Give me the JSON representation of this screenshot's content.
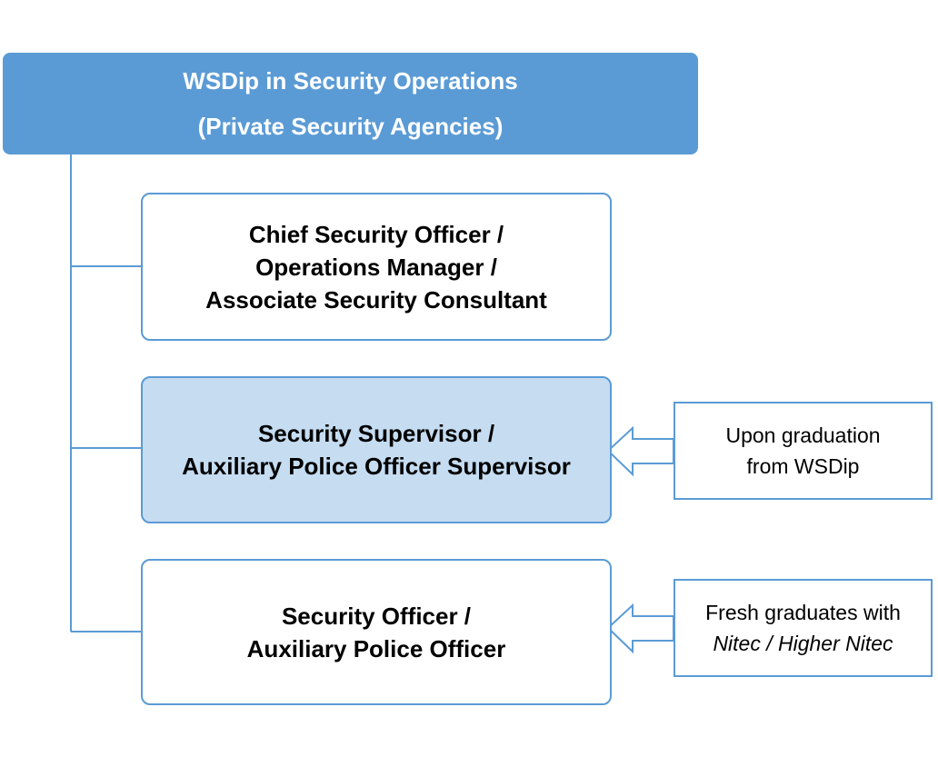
{
  "header": {
    "line1": "WSDip in Security Operations",
    "line2": "(Private Security Agencies)"
  },
  "roles": [
    {
      "lines": [
        "Chief Security Officer /",
        "Operations Manager /",
        "Associate Security Consultant"
      ],
      "highlighted": false
    },
    {
      "lines": [
        "Security Supervisor /",
        "Auxiliary Police Officer Supervisor"
      ],
      "highlighted": true
    },
    {
      "lines": [
        "Security Officer /",
        "Auxiliary Police Officer"
      ],
      "highlighted": false
    }
  ],
  "notes": [
    {
      "lines": [
        "Upon graduation",
        "from WSDip"
      ],
      "points_to_role": 1
    },
    {
      "lines": [
        "Fresh graduates with",
        "Nitec / Higher Nitec"
      ],
      "points_to_role": 2
    }
  ],
  "colors": {
    "accent": "#5b9bd5",
    "header_text": "#ffffff",
    "highlight_fill": "#c5dcf1",
    "text": "#000000"
  }
}
